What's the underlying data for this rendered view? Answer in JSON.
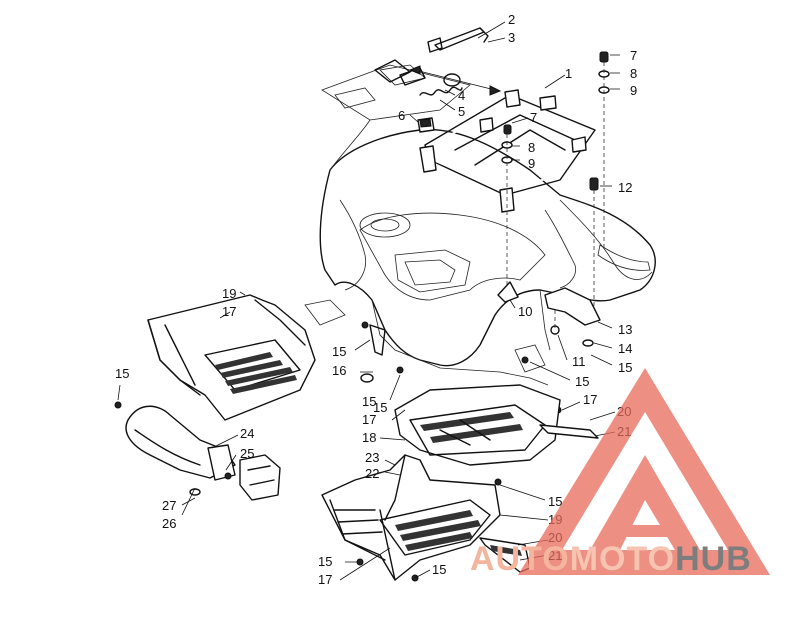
{
  "diagram": {
    "callouts": [
      {
        "id": "c2",
        "text": "2"
      },
      {
        "id": "c3",
        "text": "3"
      },
      {
        "id": "c1",
        "text": "1"
      },
      {
        "id": "c4",
        "text": "4"
      },
      {
        "id": "c5",
        "text": "5"
      },
      {
        "id": "c6",
        "text": "6"
      },
      {
        "id": "c7a",
        "text": "7"
      },
      {
        "id": "c8a",
        "text": "8"
      },
      {
        "id": "c9a",
        "text": "9"
      },
      {
        "id": "c7b",
        "text": "7"
      },
      {
        "id": "c8b",
        "text": "8"
      },
      {
        "id": "c9b",
        "text": "9"
      },
      {
        "id": "c12",
        "text": "12"
      },
      {
        "id": "c10",
        "text": "10"
      },
      {
        "id": "c13",
        "text": "13"
      },
      {
        "id": "c14",
        "text": "14"
      },
      {
        "id": "c15a",
        "text": "15"
      },
      {
        "id": "c11",
        "text": "11"
      },
      {
        "id": "c15b",
        "text": "15"
      },
      {
        "id": "c19a",
        "text": "19"
      },
      {
        "id": "c17a",
        "text": "17"
      },
      {
        "id": "c15c",
        "text": "15"
      },
      {
        "id": "c16",
        "text": "16"
      },
      {
        "id": "c15d",
        "text": "15"
      },
      {
        "id": "c15e",
        "text": "15"
      },
      {
        "id": "c17b",
        "text": "17"
      },
      {
        "id": "c17c",
        "text": "17"
      },
      {
        "id": "c20a",
        "text": "20"
      },
      {
        "id": "c21a",
        "text": "21"
      },
      {
        "id": "c18",
        "text": "18"
      },
      {
        "id": "c24",
        "text": "24"
      },
      {
        "id": "c25",
        "text": "25"
      },
      {
        "id": "c23",
        "text": "23"
      },
      {
        "id": "c22",
        "text": "22"
      },
      {
        "id": "c15f",
        "text": "15"
      },
      {
        "id": "c19b",
        "text": "19"
      },
      {
        "id": "c27",
        "text": "27"
      },
      {
        "id": "c26",
        "text": "26"
      },
      {
        "id": "c20b",
        "text": "20"
      },
      {
        "id": "c21b",
        "text": "21"
      },
      {
        "id": "c15g",
        "text": "15"
      },
      {
        "id": "c17d",
        "text": "17"
      },
      {
        "id": "c15h",
        "text": "15"
      },
      {
        "id": "c15i",
        "text": "15"
      }
    ]
  },
  "watermark": {
    "part1": "AUTO",
    "part2": "MOTO",
    "part3": "HUB",
    "color_triangle": "#e86a5a",
    "color_text": "#7d7d7d"
  }
}
